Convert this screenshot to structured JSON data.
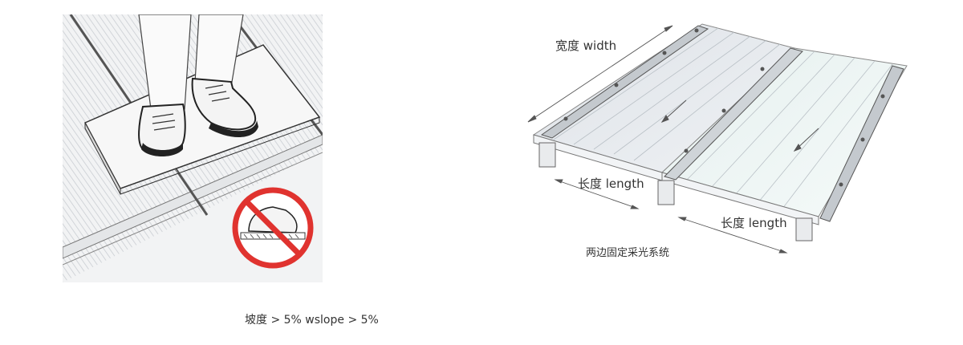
{
  "left_panel": {
    "caption": "坡度 > 5% wslope > 5%"
  },
  "right_panel": {
    "width_label": "宽度 width",
    "length_label_1": "长度 length",
    "length_label_2": "长度 length",
    "system_caption": "两边固定采光系统"
  }
}
